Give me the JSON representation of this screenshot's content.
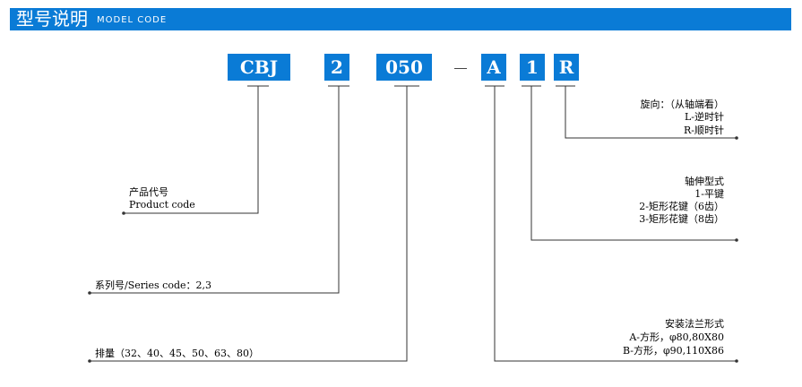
{
  "header": {
    "title_cn": "型号说明",
    "title_en": "MODEL CODE"
  },
  "code": {
    "prefix": "CBJ",
    "series": "2",
    "displacement": "050",
    "separator": "—",
    "flange": "A",
    "shaft": "1",
    "rotation": "R"
  },
  "labels": {
    "product_code": {
      "cn": "产品代号",
      "en": "Product code"
    },
    "series_code": "系列号/Series code：2,3",
    "displacement": "排量（32、40、45、50、63、80）",
    "rotation": {
      "title": "旋向：（从轴端看）",
      "l": "L-逆时针",
      "r": "R-顺时针"
    },
    "shaft": {
      "title": "轴伸型式",
      "flat": "1-平键",
      "rect6": "2-矩形花键（6齿）",
      "rect8": "3-矩形花键（8齿）"
    },
    "flange": {
      "title": "安装法兰形式",
      "a": "A-方形，φ80,80X80",
      "b": "B-方形，φ90,110X86"
    }
  },
  "colors": {
    "accent": "#0a7bd6",
    "line": "#333333"
  }
}
